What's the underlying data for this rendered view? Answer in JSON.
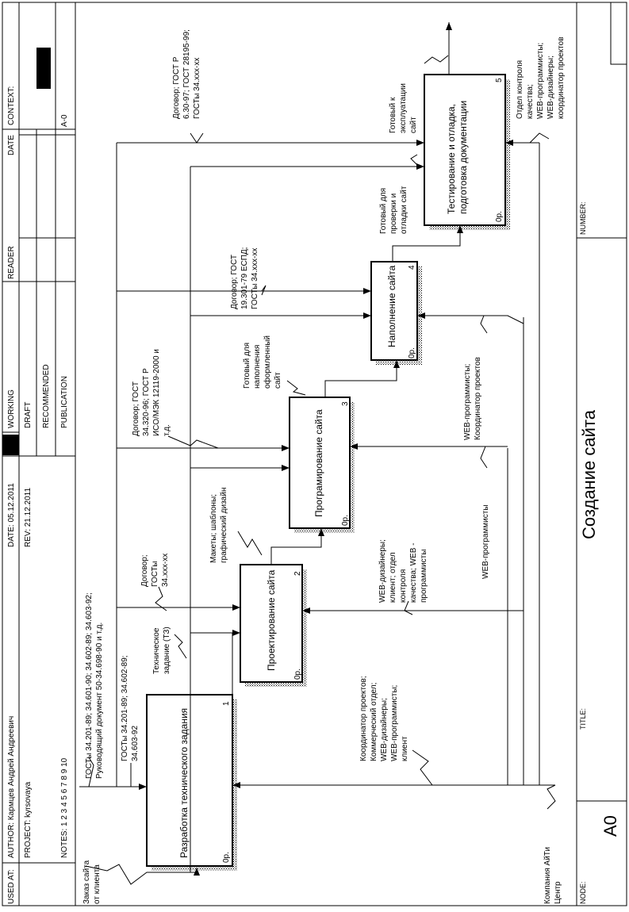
{
  "header": {
    "used_at": "USED AT:",
    "author": "AUTHOR:  Кармцев Андрей Андреевич",
    "project": "PROJECT:  kyrsovaya",
    "notes": "NOTES:  1  2  3  4  5  6  7  8  9  10",
    "date": "DATE:  05.12.2011",
    "rev": "REV:    21.12.2011",
    "working": "WORKING",
    "draft": "DRAFT",
    "recommended": "RECOMMENDED",
    "publication": "PUBLICATION",
    "reader": "READER",
    "date_col": "DATE",
    "context": "CONTEXT:",
    "node_ref": "A-0"
  },
  "footer": {
    "node_label": "NODE:",
    "node_value": "A0",
    "title_label": "TITLE:",
    "title_value": "Создание сайта",
    "number_label": "NUMBER:"
  },
  "boxes": [
    {
      "id": "1",
      "label": "Разработка технического задания",
      "cost": "0р."
    },
    {
      "id": "2",
      "label": "Проектирование сайта",
      "cost": "0р."
    },
    {
      "id": "3",
      "label": "Програмирование сайта",
      "cost": "0р."
    },
    {
      "id": "4",
      "label": "Наполнение сайта",
      "cost": "0р."
    },
    {
      "id": "5",
      "label": [
        "Тестирование и отладка,",
        "подготовка документации"
      ],
      "cost": "0р."
    }
  ],
  "labels": {
    "order": [
      "Заказ сайта",
      "от клиента"
    ],
    "gosts_main": [
      "ГОСТы 34.201-89; 34.601-90; 34.602-89; 34.603-92;",
      "Руководящий документ 50-34.698-90 и т.д."
    ],
    "gosts_1": [
      "ГОСТы 34.201-89; 34.602-89;",
      "34.603-92"
    ],
    "company": [
      "Компания АйТи",
      "Центр"
    ],
    "mech_1": [
      "Координатор проектов;",
      "Коммерческий отдел;",
      "WEB-дизайнеры;",
      "WEB-программисты;",
      "клиент"
    ],
    "tz": [
      "Техническое",
      "задание (ТЗ)"
    ],
    "contract_2": [
      "Договор;",
      "ГОСТы",
      "34.xxx-xx"
    ],
    "mech_2": [
      "WEB-дизайнеры;",
      "клиент; отдел",
      "контроля",
      "качества; WEB -",
      "программисты"
    ],
    "web_prog": "WEB-программисты",
    "layouts": [
      "Макеты; шаблоны;",
      "графический дизайн"
    ],
    "contract_3": [
      "Договор; ГОСТ",
      "34.320-96; ГОСТ Р",
      "ИСО/МЭК 12119-2000 и",
      "т.д."
    ],
    "mech_3": [
      "WEB-программисты;",
      "Координатор проектов"
    ],
    "ready_fill": [
      "Готовый для",
      "наполнения",
      "оформленный",
      "сайт"
    ],
    "contract_4": [
      "Договор; ГОСТ",
      "19.301-79 ЕСПД;",
      "ГОСТы 34.xxx-xx"
    ],
    "ready_debug": [
      "Готовый для",
      "проверки и",
      "отладки сайт"
    ],
    "contract_5": [
      "Договор; ГОСТ Р",
      "6.30-97; ГОСТ 28195-99;",
      "ГОСТы 34.xxx-xx"
    ],
    "ready_exploit": [
      "Готовый к",
      "эксплуатации",
      "сайт"
    ],
    "mech_5": [
      "Отдел контроля",
      "качества;",
      "WEB-программисты;",
      "WEB-дизайнеры;",
      "координатор проектов"
    ]
  }
}
